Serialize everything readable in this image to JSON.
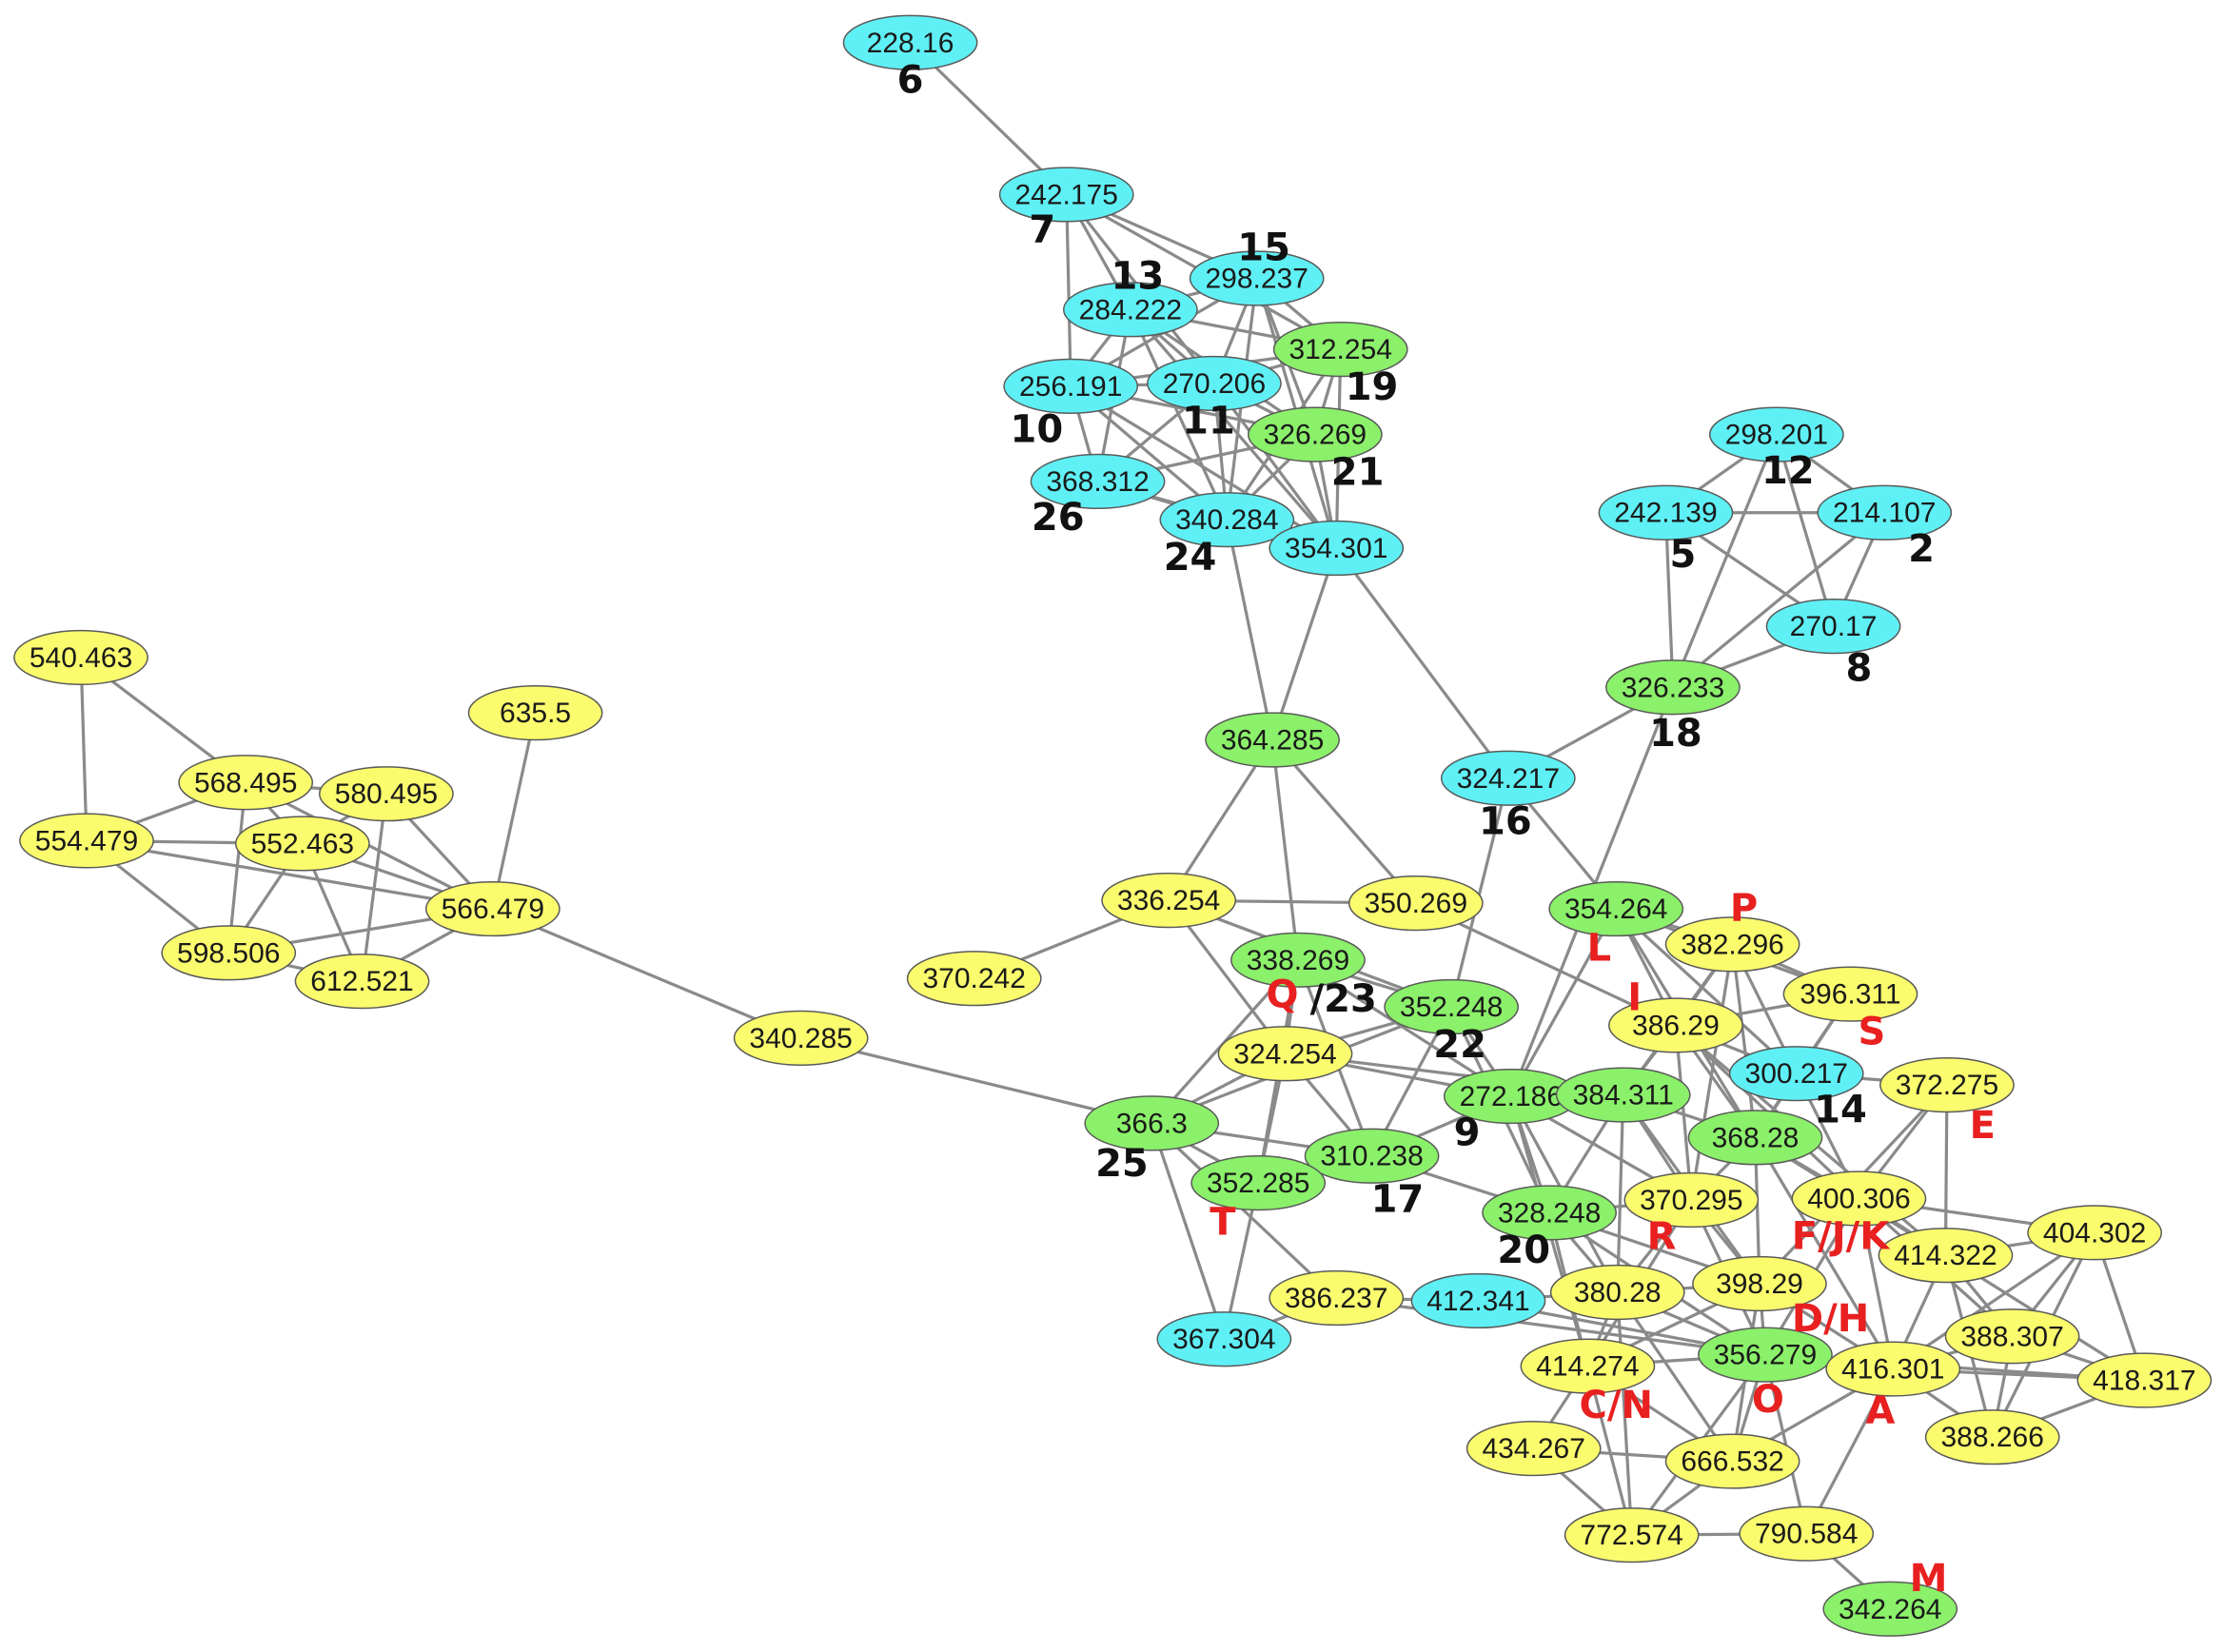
{
  "colors": {
    "cyan": "#5ff0f5",
    "green": "#8bf06a",
    "yellow": "#fbfb6e",
    "edge": "#8a8a8a",
    "outline": "#5a5a5a",
    "black_label": "#111111",
    "red_label": "#e82020"
  },
  "nodes": [
    {
      "id": "n228_16",
      "label": "228.16",
      "color": "cyan"
    },
    {
      "id": "n242_175",
      "label": "242.175",
      "color": "cyan"
    },
    {
      "id": "n298_237",
      "label": "298.237",
      "color": "cyan"
    },
    {
      "id": "n284_222",
      "label": "284.222",
      "color": "cyan"
    },
    {
      "id": "n312_254",
      "label": "312.254",
      "color": "green"
    },
    {
      "id": "n256_191",
      "label": "256.191",
      "color": "cyan"
    },
    {
      "id": "n270_206",
      "label": "270.206",
      "color": "cyan"
    },
    {
      "id": "n326_269",
      "label": "326.269",
      "color": "green"
    },
    {
      "id": "n368_312",
      "label": "368.312",
      "color": "cyan"
    },
    {
      "id": "n340_284",
      "label": "340.284",
      "color": "cyan"
    },
    {
      "id": "n354_301",
      "label": "354.301",
      "color": "cyan"
    },
    {
      "id": "n298_201",
      "label": "298.201",
      "color": "cyan"
    },
    {
      "id": "n242_139",
      "label": "242.139",
      "color": "cyan"
    },
    {
      "id": "n214_107",
      "label": "214.107",
      "color": "cyan"
    },
    {
      "id": "n270_17",
      "label": "270.17",
      "color": "cyan"
    },
    {
      "id": "n326_233",
      "label": "326.233",
      "color": "green"
    },
    {
      "id": "n540_463",
      "label": "540.463",
      "color": "yellow"
    },
    {
      "id": "n635_5",
      "label": "635.5",
      "color": "yellow"
    },
    {
      "id": "n568_495",
      "label": "568.495",
      "color": "yellow"
    },
    {
      "id": "n580_495",
      "label": "580.495",
      "color": "yellow"
    },
    {
      "id": "n554_479",
      "label": "554.479",
      "color": "yellow"
    },
    {
      "id": "n552_463",
      "label": "552.463",
      "color": "yellow"
    },
    {
      "id": "n566_479",
      "label": "566.479",
      "color": "yellow"
    },
    {
      "id": "n598_506",
      "label": "598.506",
      "color": "yellow"
    },
    {
      "id": "n612_521",
      "label": "612.521",
      "color": "yellow"
    },
    {
      "id": "n364_285",
      "label": "364.285",
      "color": "green"
    },
    {
      "id": "n324_217",
      "label": "324.217",
      "color": "cyan"
    },
    {
      "id": "n336_254",
      "label": "336.254",
      "color": "yellow"
    },
    {
      "id": "n350_269",
      "label": "350.269",
      "color": "yellow"
    },
    {
      "id": "n354_264",
      "label": "354.264",
      "color": "green"
    },
    {
      "id": "n382_296",
      "label": "382.296",
      "color": "yellow"
    },
    {
      "id": "n370_242",
      "label": "370.242",
      "color": "yellow"
    },
    {
      "id": "n338_269",
      "label": "338.269",
      "color": "green"
    },
    {
      "id": "n396_311",
      "label": "396.311",
      "color": "yellow"
    },
    {
      "id": "n340_285",
      "label": "340.285",
      "color": "yellow"
    },
    {
      "id": "n352_248",
      "label": "352.248",
      "color": "green"
    },
    {
      "id": "n386_29",
      "label": "386.29",
      "color": "yellow"
    },
    {
      "id": "n324_254",
      "label": "324.254",
      "color": "yellow"
    },
    {
      "id": "n300_217",
      "label": "300.217",
      "color": "cyan"
    },
    {
      "id": "n372_275",
      "label": "372.275",
      "color": "yellow"
    },
    {
      "id": "n272_186",
      "label": "272.186",
      "color": "green"
    },
    {
      "id": "n384_311",
      "label": "384.311",
      "color": "green"
    },
    {
      "id": "n366_3",
      "label": "366.3",
      "color": "green"
    },
    {
      "id": "n368_28",
      "label": "368.28",
      "color": "green"
    },
    {
      "id": "n310_238",
      "label": "310.238",
      "color": "green"
    },
    {
      "id": "n352_285",
      "label": "352.285",
      "color": "green"
    },
    {
      "id": "n370_295",
      "label": "370.295",
      "color": "yellow"
    },
    {
      "id": "n400_306",
      "label": "400.306",
      "color": "yellow"
    },
    {
      "id": "n328_248",
      "label": "328.248",
      "color": "green"
    },
    {
      "id": "n404_302",
      "label": "404.302",
      "color": "yellow"
    },
    {
      "id": "n414_322",
      "label": "414.322",
      "color": "yellow"
    },
    {
      "id": "n398_29",
      "label": "398.29",
      "color": "yellow"
    },
    {
      "id": "n386_237",
      "label": "386.237",
      "color": "yellow"
    },
    {
      "id": "n412_341",
      "label": "412.341",
      "color": "cyan"
    },
    {
      "id": "n380_28",
      "label": "380.28",
      "color": "yellow"
    },
    {
      "id": "n367_304",
      "label": "367.304",
      "color": "cyan"
    },
    {
      "id": "n388_307",
      "label": "388.307",
      "color": "yellow"
    },
    {
      "id": "n356_279",
      "label": "356.279",
      "color": "green"
    },
    {
      "id": "n414_274",
      "label": "414.274",
      "color": "yellow"
    },
    {
      "id": "n416_301",
      "label": "416.301",
      "color": "yellow"
    },
    {
      "id": "n418_317",
      "label": "418.317",
      "color": "yellow"
    },
    {
      "id": "n388_266",
      "label": "388.266",
      "color": "yellow"
    },
    {
      "id": "n434_267",
      "label": "434.267",
      "color": "yellow"
    },
    {
      "id": "n666_532",
      "label": "666.532",
      "color": "yellow"
    },
    {
      "id": "n772_574",
      "label": "772.574",
      "color": "yellow"
    },
    {
      "id": "n790_584",
      "label": "790.584",
      "color": "yellow"
    },
    {
      "id": "n342_264",
      "label": "342.264",
      "color": "green"
    }
  ],
  "annotations": [
    {
      "text": "6",
      "color": "black"
    },
    {
      "text": "7",
      "color": "black"
    },
    {
      "text": "15",
      "color": "black"
    },
    {
      "text": "13",
      "color": "black"
    },
    {
      "text": "19",
      "color": "black"
    },
    {
      "text": "10",
      "color": "black"
    },
    {
      "text": "11",
      "color": "black"
    },
    {
      "text": "21",
      "color": "black"
    },
    {
      "text": "26",
      "color": "black"
    },
    {
      "text": "24",
      "color": "black"
    },
    {
      "text": "12",
      "color": "black"
    },
    {
      "text": "5",
      "color": "black"
    },
    {
      "text": "2",
      "color": "black"
    },
    {
      "text": "8",
      "color": "black"
    },
    {
      "text": "18",
      "color": "black"
    },
    {
      "text": "16",
      "color": "black"
    },
    {
      "text": "P",
      "color": "red"
    },
    {
      "text": "L",
      "color": "red"
    },
    {
      "text": "Q",
      "color": "red"
    },
    {
      "text": "/23",
      "color": "black"
    },
    {
      "text": "I",
      "color": "red"
    },
    {
      "text": "S",
      "color": "red"
    },
    {
      "text": "22",
      "color": "black"
    },
    {
      "text": "14",
      "color": "black"
    },
    {
      "text": "E",
      "color": "red"
    },
    {
      "text": "9",
      "color": "black"
    },
    {
      "text": "25",
      "color": "black"
    },
    {
      "text": "17",
      "color": "black"
    },
    {
      "text": "T",
      "color": "red"
    },
    {
      "text": "R",
      "color": "red"
    },
    {
      "text": "F/J/K",
      "color": "red"
    },
    {
      "text": "20",
      "color": "black"
    },
    {
      "text": "D/H",
      "color": "red"
    },
    {
      "text": "C/N",
      "color": "red"
    },
    {
      "text": "O",
      "color": "red"
    },
    {
      "text": "A",
      "color": "red"
    },
    {
      "text": "M",
      "color": "red"
    }
  ],
  "edges": [
    [
      "n228_16",
      "n242_175"
    ],
    [
      "n242_175",
      "n284_222"
    ],
    [
      "n242_175",
      "n298_237"
    ],
    [
      "n242_175",
      "n256_191"
    ],
    [
      "n242_175",
      "n312_254"
    ],
    [
      "n242_175",
      "n270_206"
    ],
    [
      "n284_222",
      "n298_237"
    ],
    [
      "n284_222",
      "n256_191"
    ],
    [
      "n284_222",
      "n270_206"
    ],
    [
      "n284_222",
      "n312_254"
    ],
    [
      "n284_222",
      "n326_269"
    ],
    [
      "n284_222",
      "n340_284"
    ],
    [
      "n284_222",
      "n354_301"
    ],
    [
      "n284_222",
      "n368_312"
    ],
    [
      "n298_237",
      "n312_254"
    ],
    [
      "n298_237",
      "n270_206"
    ],
    [
      "n298_237",
      "n326_269"
    ],
    [
      "n298_237",
      "n256_191"
    ],
    [
      "n298_237",
      "n340_284"
    ],
    [
      "n298_237",
      "n354_301"
    ],
    [
      "n312_254",
      "n270_206"
    ],
    [
      "n312_254",
      "n326_269"
    ],
    [
      "n312_254",
      "n340_284"
    ],
    [
      "n312_254",
      "n354_301"
    ],
    [
      "n312_254",
      "n256_191"
    ],
    [
      "n256_191",
      "n270_206"
    ],
    [
      "n256_191",
      "n326_269"
    ],
    [
      "n256_191",
      "n340_284"
    ],
    [
      "n256_191",
      "n354_301"
    ],
    [
      "n256_191",
      "n368_312"
    ],
    [
      "n270_206",
      "n326_269"
    ],
    [
      "n270_206",
      "n340_284"
    ],
    [
      "n270_206",
      "n354_301"
    ],
    [
      "n270_206",
      "n368_312"
    ],
    [
      "n326_269",
      "n340_284"
    ],
    [
      "n326_269",
      "n354_301"
    ],
    [
      "n326_269",
      "n368_312"
    ],
    [
      "n368_312",
      "n340_284"
    ],
    [
      "n368_312",
      "n354_301"
    ],
    [
      "n340_284",
      "n354_301"
    ],
    [
      "n340_284",
      "n364_285"
    ],
    [
      "n354_301",
      "n364_285"
    ],
    [
      "n354_301",
      "n324_217"
    ],
    [
      "n298_201",
      "n242_139"
    ],
    [
      "n298_201",
      "n214_107"
    ],
    [
      "n298_201",
      "n270_17"
    ],
    [
      "n298_201",
      "n326_233"
    ],
    [
      "n242_139",
      "n214_107"
    ],
    [
      "n242_139",
      "n270_17"
    ],
    [
      "n242_139",
      "n326_233"
    ],
    [
      "n214_107",
      "n270_17"
    ],
    [
      "n214_107",
      "n326_233"
    ],
    [
      "n270_17",
      "n326_233"
    ],
    [
      "n326_233",
      "n324_217"
    ],
    [
      "n326_233",
      "n272_186"
    ],
    [
      "n540_463",
      "n554_479"
    ],
    [
      "n540_463",
      "n568_495"
    ],
    [
      "n568_495",
      "n554_479"
    ],
    [
      "n568_495",
      "n580_495"
    ],
    [
      "n568_495",
      "n552_463"
    ],
    [
      "n568_495",
      "n566_479"
    ],
    [
      "n568_495",
      "n598_506"
    ],
    [
      "n580_495",
      "n552_463"
    ],
    [
      "n580_495",
      "n566_479"
    ],
    [
      "n580_495",
      "n612_521"
    ],
    [
      "n554_479",
      "n552_463"
    ],
    [
      "n554_479",
      "n598_506"
    ],
    [
      "n554_479",
      "n566_479"
    ],
    [
      "n552_463",
      "n566_479"
    ],
    [
      "n552_463",
      "n598_506"
    ],
    [
      "n552_463",
      "n612_521"
    ],
    [
      "n598_506",
      "n612_521"
    ],
    [
      "n598_506",
      "n566_479"
    ],
    [
      "n612_521",
      "n566_479"
    ],
    [
      "n635_5",
      "n566_479"
    ],
    [
      "n566_479",
      "n340_285"
    ],
    [
      "n340_285",
      "n366_3"
    ],
    [
      "n364_285",
      "n336_254"
    ],
    [
      "n364_285",
      "n350_269"
    ],
    [
      "n364_285",
      "n338_269"
    ],
    [
      "n336_254",
      "n370_242"
    ],
    [
      "n336_254",
      "n350_269"
    ],
    [
      "n336_254",
      "n352_248"
    ],
    [
      "n336_254",
      "n324_254"
    ],
    [
      "n350_269",
      "n386_29"
    ],
    [
      "n324_217",
      "n354_264"
    ],
    [
      "n324_217",
      "n352_248"
    ],
    [
      "n354_264",
      "n382_296"
    ],
    [
      "n354_264",
      "n386_29"
    ],
    [
      "n354_264",
      "n396_311"
    ],
    [
      "n354_264",
      "n300_217"
    ],
    [
      "n354_264",
      "n272_186"
    ],
    [
      "n354_264",
      "n368_28"
    ],
    [
      "n382_296",
      "n386_29"
    ],
    [
      "n382_296",
      "n396_311"
    ],
    [
      "n382_296",
      "n300_217"
    ],
    [
      "n382_296",
      "n384_311"
    ],
    [
      "n382_296",
      "n368_28"
    ],
    [
      "n382_296",
      "n370_295"
    ],
    [
      "n396_311",
      "n386_29"
    ],
    [
      "n396_311",
      "n300_217"
    ],
    [
      "n396_311",
      "n368_28"
    ],
    [
      "n386_29",
      "n300_217"
    ],
    [
      "n386_29",
      "n384_311"
    ],
    [
      "n386_29",
      "n368_28"
    ],
    [
      "n386_29",
      "n370_295"
    ],
    [
      "n386_29",
      "n400_306"
    ],
    [
      "n386_29",
      "n414_322"
    ],
    [
      "n300_217",
      "n372_275"
    ],
    [
      "n300_217",
      "n368_28"
    ],
    [
      "n300_217",
      "n400_306"
    ],
    [
      "n372_275",
      "n400_306"
    ],
    [
      "n372_275",
      "n414_322"
    ],
    [
      "n372_275",
      "n398_29"
    ],
    [
      "n338_269",
      "n352_248"
    ],
    [
      "n338_269",
      "n324_254"
    ],
    [
      "n338_269",
      "n352_285"
    ],
    [
      "n338_269",
      "n310_238"
    ],
    [
      "n338_269",
      "n366_3"
    ],
    [
      "n338_269",
      "n272_186"
    ],
    [
      "n352_248",
      "n324_254"
    ],
    [
      "n352_248",
      "n272_186"
    ],
    [
      "n352_248",
      "n310_238"
    ],
    [
      "n352_248",
      "n366_3"
    ],
    [
      "n352_248",
      "n328_248"
    ],
    [
      "n324_254",
      "n366_3"
    ],
    [
      "n324_254",
      "n352_285"
    ],
    [
      "n324_254",
      "n310_238"
    ],
    [
      "n324_254",
      "n272_186"
    ],
    [
      "n324_254",
      "n384_311"
    ],
    [
      "n272_186",
      "n384_311"
    ],
    [
      "n272_186",
      "n310_238"
    ],
    [
      "n272_186",
      "n328_248"
    ],
    [
      "n272_186",
      "n370_295"
    ],
    [
      "n272_186",
      "n380_28"
    ],
    [
      "n272_186",
      "n414_274"
    ],
    [
      "n384_311",
      "n368_28"
    ],
    [
      "n384_311",
      "n328_248"
    ],
    [
      "n384_311",
      "n370_295"
    ],
    [
      "n384_311",
      "n398_29"
    ],
    [
      "n384_311",
      "n380_28"
    ],
    [
      "n366_3",
      "n352_285"
    ],
    [
      "n366_3",
      "n310_238"
    ],
    [
      "n366_3",
      "n367_304"
    ],
    [
      "n366_3",
      "n386_237"
    ],
    [
      "n352_285",
      "n310_238"
    ],
    [
      "n352_285",
      "n367_304"
    ],
    [
      "n310_238",
      "n328_248"
    ],
    [
      "n368_28",
      "n370_295"
    ],
    [
      "n368_28",
      "n400_306"
    ],
    [
      "n368_28",
      "n398_29"
    ],
    [
      "n368_28",
      "n414_322"
    ],
    [
      "n368_28",
      "n416_301"
    ],
    [
      "n370_295",
      "n328_248"
    ],
    [
      "n370_295",
      "n398_29"
    ],
    [
      "n370_295",
      "n380_28"
    ],
    [
      "n370_295",
      "n356_279"
    ],
    [
      "n370_295",
      "n414_274"
    ],
    [
      "n400_306",
      "n404_302"
    ],
    [
      "n400_306",
      "n414_322"
    ],
    [
      "n400_306",
      "n416_301"
    ],
    [
      "n400_306",
      "n356_279"
    ],
    [
      "n400_306",
      "n388_307"
    ],
    [
      "n328_248",
      "n380_28"
    ],
    [
      "n328_248",
      "n414_274"
    ],
    [
      "n328_248",
      "n398_29"
    ],
    [
      "n328_248",
      "n356_279"
    ],
    [
      "n404_302",
      "n414_322"
    ],
    [
      "n404_302",
      "n388_307"
    ],
    [
      "n404_302",
      "n418_317"
    ],
    [
      "n404_302",
      "n416_301"
    ],
    [
      "n404_302",
      "n388_266"
    ],
    [
      "n414_322",
      "n388_307"
    ],
    [
      "n414_322",
      "n418_317"
    ],
    [
      "n414_322",
      "n416_301"
    ],
    [
      "n414_322",
      "n388_266"
    ],
    [
      "n398_29",
      "n380_28"
    ],
    [
      "n398_29",
      "n356_279"
    ],
    [
      "n398_29",
      "n416_301"
    ],
    [
      "n398_29",
      "n414_274"
    ],
    [
      "n398_29",
      "n666_532"
    ],
    [
      "n386_237",
      "n412_341"
    ],
    [
      "n386_237",
      "n367_304"
    ],
    [
      "n386_237",
      "n356_279"
    ],
    [
      "n412_341",
      "n380_28"
    ],
    [
      "n412_341",
      "n356_279"
    ],
    [
      "n380_28",
      "n414_274"
    ],
    [
      "n380_28",
      "n356_279"
    ],
    [
      "n380_28",
      "n666_532"
    ],
    [
      "n380_28",
      "n772_574"
    ],
    [
      "n388_307",
      "n416_301"
    ],
    [
      "n388_307",
      "n418_317"
    ],
    [
      "n388_307",
      "n388_266"
    ],
    [
      "n356_279",
      "n414_274"
    ],
    [
      "n356_279",
      "n416_301"
    ],
    [
      "n356_279",
      "n666_532"
    ],
    [
      "n356_279",
      "n790_584"
    ],
    [
      "n356_279",
      "n772_574"
    ],
    [
      "n356_279",
      "n418_317"
    ],
    [
      "n414_274",
      "n434_267"
    ],
    [
      "n414_274",
      "n666_532"
    ],
    [
      "n414_274",
      "n772_574"
    ],
    [
      "n416_301",
      "n388_266"
    ],
    [
      "n416_301",
      "n418_317"
    ],
    [
      "n416_301",
      "n666_532"
    ],
    [
      "n416_301",
      "n790_584"
    ],
    [
      "n418_317",
      "n388_266"
    ],
    [
      "n434_267",
      "n666_532"
    ],
    [
      "n434_267",
      "n772_574"
    ],
    [
      "n666_532",
      "n772_574"
    ],
    [
      "n772_574",
      "n790_584"
    ],
    [
      "n790_584",
      "n342_264"
    ]
  ]
}
